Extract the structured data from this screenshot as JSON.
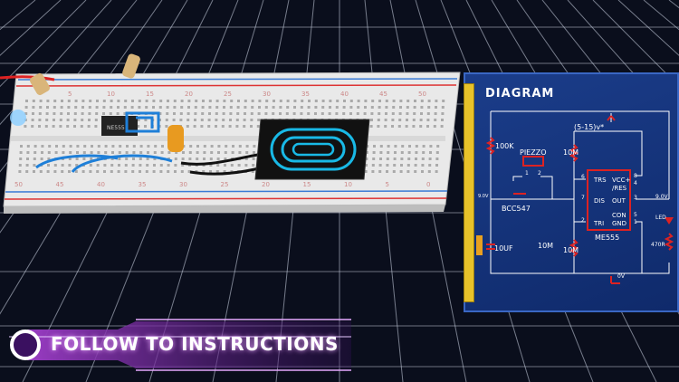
{
  "banner": {
    "text": "FOLLOW TO INSTRUCTIONS",
    "icon": "circle-icon",
    "color": "#8a2fb0"
  },
  "diagram": {
    "title": "DIAGRAM",
    "labels": {
      "supply": "(5-15)v*",
      "r1": "100K",
      "piezo": "PIEZZO",
      "pin1": "1",
      "pin2": "2",
      "r2": "10M",
      "v_in": "9.0V",
      "transistor": "BCC547",
      "pin6": "6",
      "trs": "TRS",
      "vcc": "VCC+",
      "res": "/RES",
      "pin8": "8",
      "pin4": "4",
      "pin7": "7",
      "dis": "DIS",
      "out": "OUT",
      "pin3": "3",
      "v_out": "9.0V",
      "con": "CON",
      "pin5": "5",
      "gnd": "GND",
      "pin2b": "2",
      "tri": "TRI",
      "pin1b": "1",
      "chip": "ME555",
      "led": "LED",
      "cap": "10UF",
      "r3": "10M",
      "r4": "10M",
      "r5": "470R",
      "ground": "0V"
    }
  },
  "breadboard": {
    "top_numbers": [
      "5",
      "10",
      "15",
      "20",
      "25",
      "30",
      "35",
      "40",
      "45",
      "50"
    ],
    "bottom_numbers": [
      "50",
      "45",
      "40",
      "35",
      "30",
      "25",
      "20",
      "15",
      "10",
      "5",
      "0"
    ],
    "chip_label": "NE555"
  }
}
